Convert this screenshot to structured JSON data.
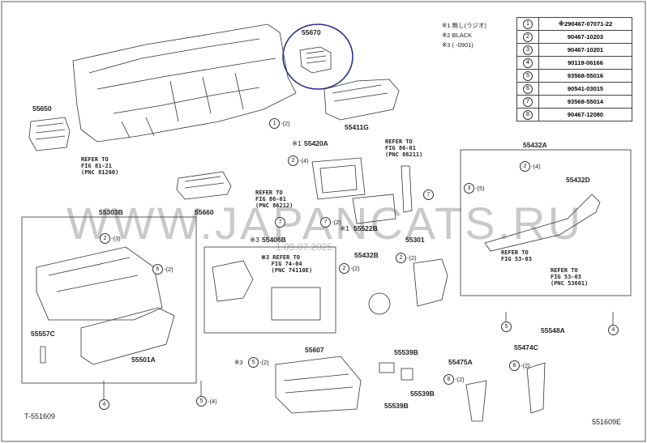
{
  "diagram": {
    "bottom_left_code": "T-551609",
    "bottom_right_code": "551609E",
    "watermark": "WWW.JAPANCATS.RU",
    "watermark_date": "1.09.07.2025",
    "notes": [
      "※1 無し(ラジオ)",
      "※2 BLACK",
      "※3 (    -0901)"
    ],
    "table": [
      {
        "n": "1",
        "prefix": "※2",
        "part": "90467-07071-22"
      },
      {
        "n": "2",
        "prefix": "",
        "part": "90467-10203"
      },
      {
        "n": "3",
        "prefix": "",
        "part": "90467-10201"
      },
      {
        "n": "4",
        "prefix": "",
        "part": "90119-06166"
      },
      {
        "n": "5",
        "prefix": "",
        "part": "93568-55016"
      },
      {
        "n": "6",
        "prefix": "",
        "part": "90541-03015"
      },
      {
        "n": "7",
        "prefix": "",
        "part": "93568-55014"
      },
      {
        "n": "8",
        "prefix": "",
        "part": "90467-12080"
      }
    ],
    "labels": {
      "p55670": "55670",
      "p55650": "55650",
      "p55411G": "55411G",
      "p55420A": "55420A",
      "p55420A_prefix": "※1",
      "p55432A": "55432A",
      "p55432D": "55432D",
      "p55660": "55660",
      "p55303B": "55303B",
      "p55406B": "55406B",
      "p55406B_prefix": "※3",
      "p55522B": "55522B",
      "p55522B_prefix": "※1",
      "p55301": "55301",
      "p55432B": "55432B",
      "p55557C": "55557C",
      "p55501A": "55501A",
      "p55607": "55607",
      "p55539B_a": "55539B",
      "p55539B_b": "55539B",
      "p55539B_c": "55539B",
      "p55475A": "55475A",
      "p55474C": "55474C",
      "p55548A": "55548A"
    },
    "refs": {
      "r1": "REFER TO\nFIG 81-21\n(PNC 81260)",
      "r2": "REFER TO\nFIG 86-01\n(PNC 86211)",
      "r3": "REFER TO\nFIG 86-01\n(PNC 86212)",
      "r4": "※3 REFER TO\n   FIG 74-04\n   (PNC 74110E)",
      "r5": "REFER TO\nFIG 53-03",
      "r6": "REFER TO\nFIG 53-03\n(PNC 53601)"
    },
    "callouts": [
      {
        "n": "1",
        "suffix": "-(2)"
      },
      {
        "n": "2",
        "suffix": "-(4)"
      },
      {
        "n": "7",
        "suffix": ""
      },
      {
        "n": "7",
        "suffix": ""
      },
      {
        "n": "7",
        "suffix": "-(2)"
      },
      {
        "n": "2",
        "suffix": "-(3)"
      },
      {
        "n": "6",
        "suffix": "-(2)"
      },
      {
        "n": "2",
        "suffix": "-(2)"
      },
      {
        "n": "2",
        "suffix": "-(2)"
      },
      {
        "n": "3",
        "suffix": "-(5)"
      },
      {
        "n": "2",
        "suffix": "-(4)"
      },
      {
        "n": "5",
        "suffix": ""
      },
      {
        "n": "4",
        "suffix": ""
      },
      {
        "n": "4",
        "suffix": ""
      },
      {
        "n": "5",
        "suffix": "-(4)"
      },
      {
        "n": "5",
        "suffix": "-(2)"
      },
      {
        "n": "8",
        "suffix": "-(2)"
      },
      {
        "n": "8",
        "suffix": "-(2)"
      }
    ],
    "callout_prefix_55": "※3"
  }
}
